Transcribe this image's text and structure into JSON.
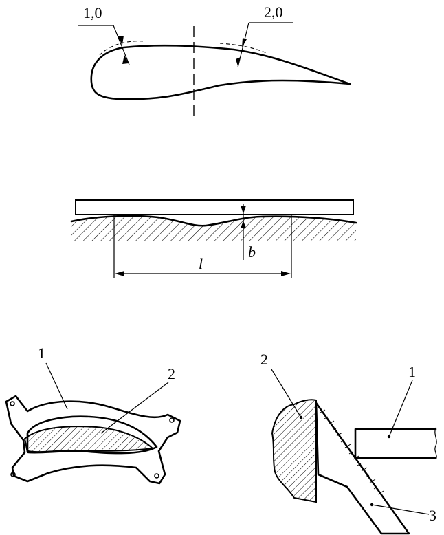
{
  "airfoil": {
    "thickness_label_left": "1,0",
    "thickness_label_right": "2,0"
  },
  "straightedge": {
    "gap_label": "b",
    "length_label": "l"
  },
  "fixture": {
    "label_1": "1",
    "label_2": "2"
  },
  "gauge": {
    "label_2": "2",
    "label_1": "1",
    "label_3": "3"
  }
}
